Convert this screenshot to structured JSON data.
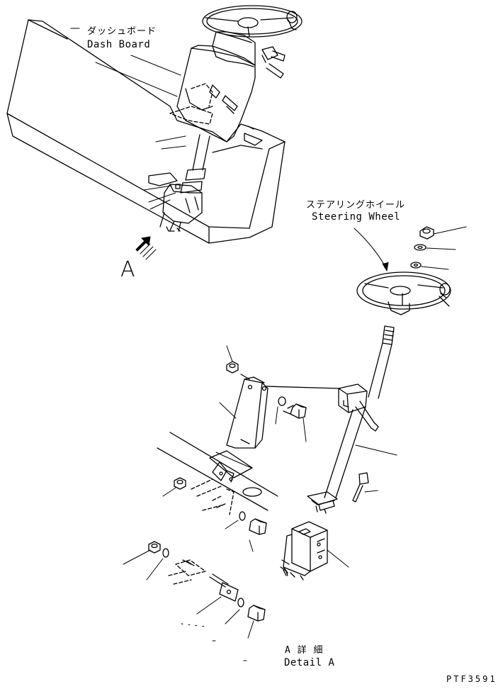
{
  "labels": {
    "dash_board_jp": "ダッシュボード",
    "dash_board_en": "Dash Board",
    "steering_wheel_jp": "ステアリングホイール",
    "steering_wheel_en": "Steering Wheel",
    "view_arrow_letter": "A",
    "detail_jp": "A 詳 細",
    "detail_en": "Detail A",
    "drawing_code": "PTF3591"
  }
}
